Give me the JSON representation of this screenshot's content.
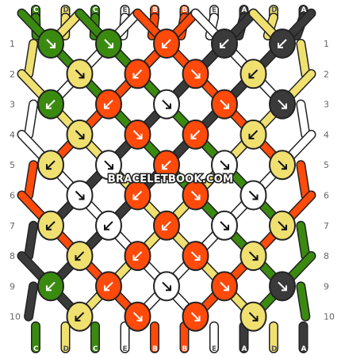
{
  "colors": {
    "A": "#3a3a3a",
    "B": "#ff4a0a",
    "C": "#3a8a10",
    "D": "#f0e070",
    "E": "#ffffff"
  },
  "strands_top": [
    "C",
    "D",
    "C",
    "E",
    "B",
    "B",
    "E",
    "A",
    "D",
    "A"
  ],
  "strands_bottom": [
    "C",
    "D",
    "C",
    "E",
    "B",
    "B",
    "E",
    "A",
    "D",
    "A"
  ],
  "row_labels_left": [
    "1",
    "2",
    "3",
    "4",
    "5",
    "6",
    "7",
    "8",
    "9",
    "10"
  ],
  "row_labels_right": [
    "1",
    "2",
    "3",
    "4",
    "5",
    "6",
    "7",
    "8",
    "9",
    "10"
  ],
  "watermark": "BRACELETBOOK.COM",
  "knots": [
    [
      "C",
      "C",
      "B",
      "A",
      "A"
    ],
    [
      "D",
      "B",
      "B",
      "D"
    ],
    [
      "C",
      "B",
      "E",
      "B",
      "A"
    ],
    [
      "D",
      "B",
      "B",
      "D"
    ],
    [
      "D",
      "E",
      "B",
      "E",
      "D"
    ],
    [
      "E",
      "B",
      "B",
      "E"
    ],
    [
      "D",
      "E",
      "B",
      "E",
      "D"
    ],
    [
      "D",
      "B",
      "B",
      "D"
    ],
    [
      "C",
      "B",
      "E",
      "B",
      "A"
    ],
    [
      "D",
      "B",
      "B",
      "D"
    ]
  ],
  "arrows": [
    [
      "se",
      "se",
      "sw",
      "sw",
      "sw"
    ],
    [
      "se",
      "sw",
      "se",
      "sw"
    ],
    [
      "sw",
      "sw",
      "se",
      "se",
      "se"
    ],
    [
      "se",
      "se",
      "sw",
      "sw"
    ],
    [
      "sw",
      "se",
      "sw",
      "se",
      "se"
    ],
    [
      "se",
      "sw",
      "se",
      "se"
    ],
    [
      "sw",
      "sw",
      "sw",
      "se",
      "se"
    ],
    [
      "sw",
      "sw",
      "se",
      "se"
    ],
    [
      "sw",
      "sw",
      "se",
      "se",
      "se"
    ],
    [
      "sw",
      "se",
      "se",
      "se"
    ]
  ]
}
